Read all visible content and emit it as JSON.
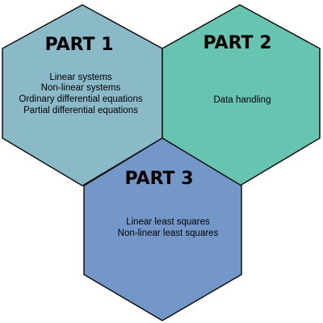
{
  "parts": [
    {
      "title": "PART 1",
      "fill": "#8ab9c8",
      "lines": [
        "Linear systems",
        "Non-linear systems",
        "Ordinary differential equations",
        "Partial differential equations"
      ]
    },
    {
      "title": "PART 2",
      "fill": "#66c4b0",
      "lines": [
        "Data handling"
      ]
    },
    {
      "title": "PART 3",
      "fill": "#7397c8",
      "lines": [
        "Linear least squares",
        "Non-linear least squares"
      ]
    }
  ],
  "stroke_color": "#111111"
}
